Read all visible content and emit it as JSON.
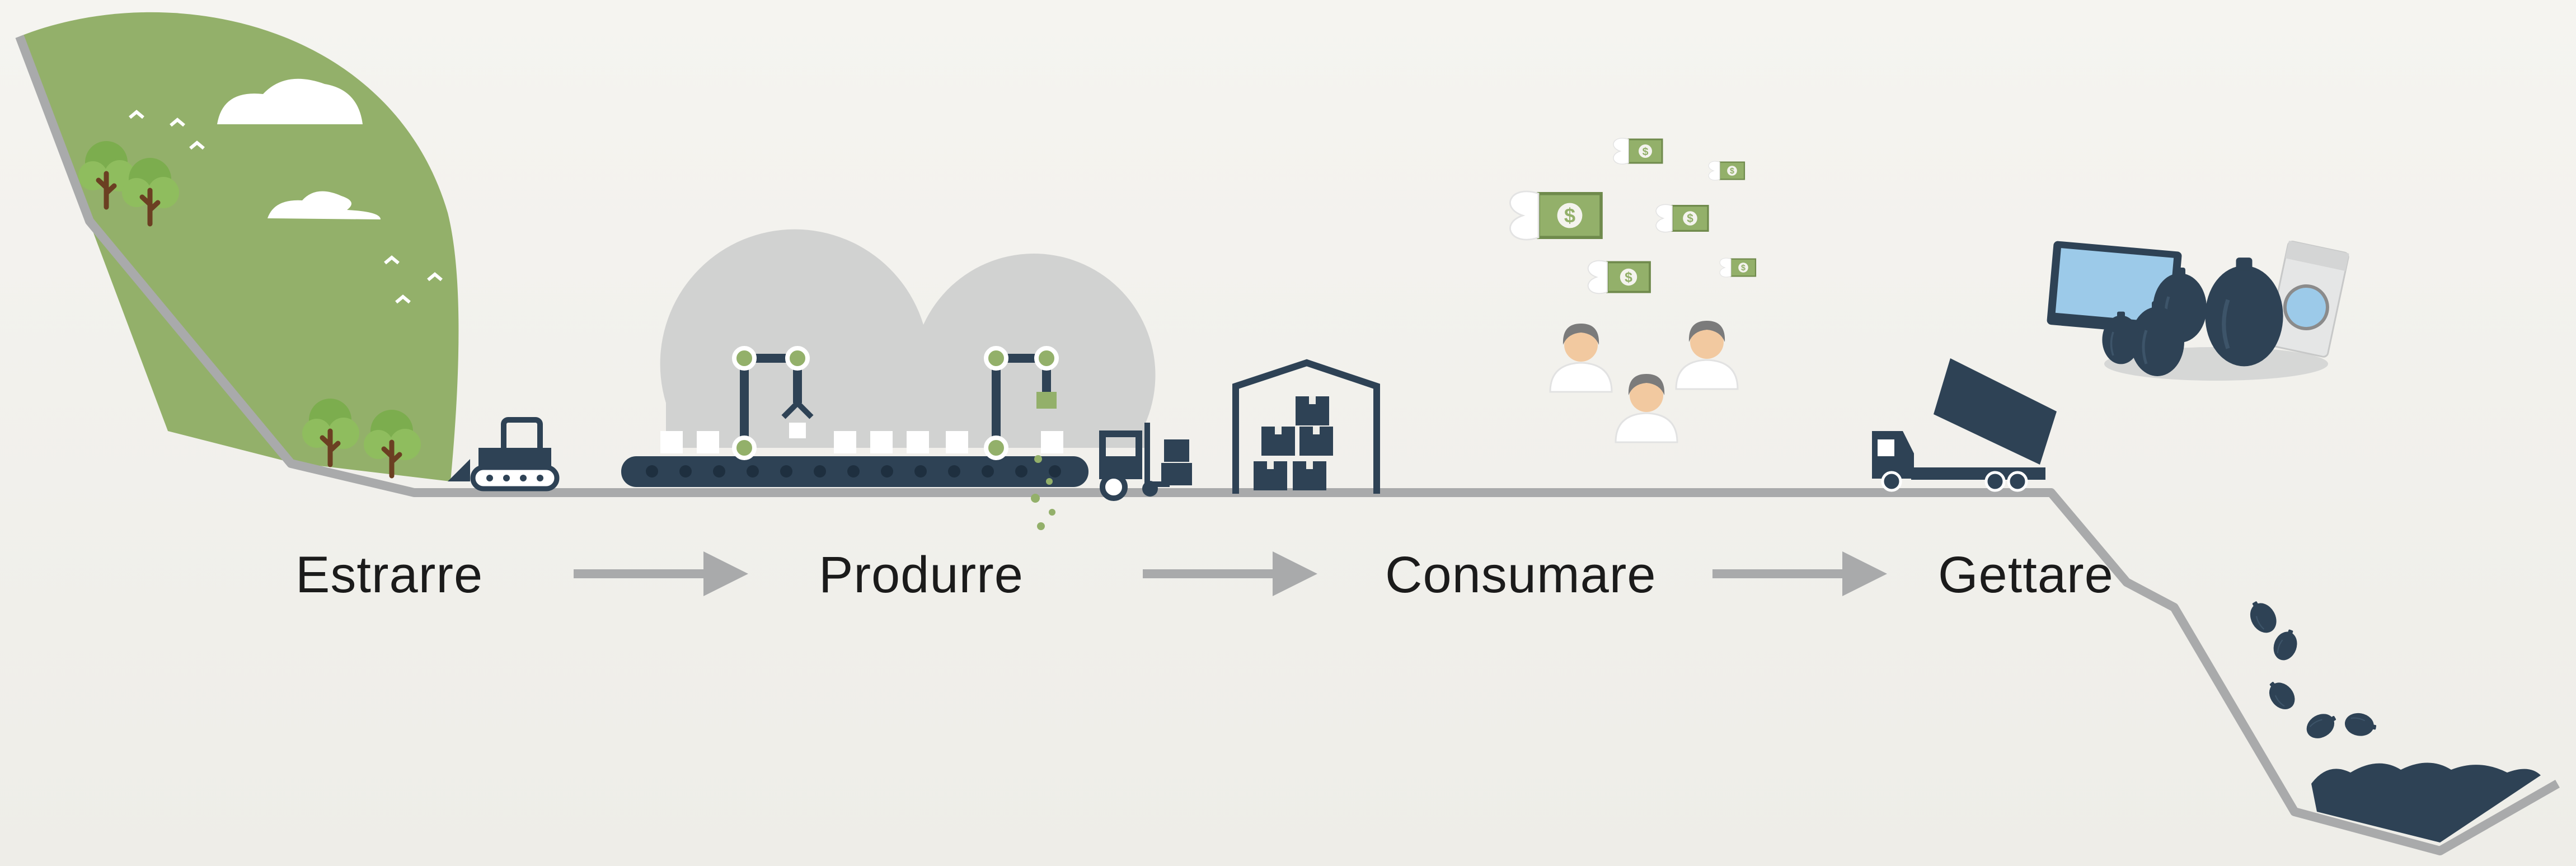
{
  "stages": [
    {
      "label": "Estrarre"
    },
    {
      "label": "Produrre"
    },
    {
      "label": "Consumare"
    },
    {
      "label": "Gettare"
    }
  ],
  "icons": {
    "money": "dollar-bill-icon",
    "currency_symbol": "$"
  },
  "colors": {
    "ground_line": "#a9aaab",
    "hill_green": "#93b06a",
    "dark_navy": "#2e4255",
    "factory_gray": "#d1d2d1",
    "arrow_gray": "#a9aaab"
  }
}
